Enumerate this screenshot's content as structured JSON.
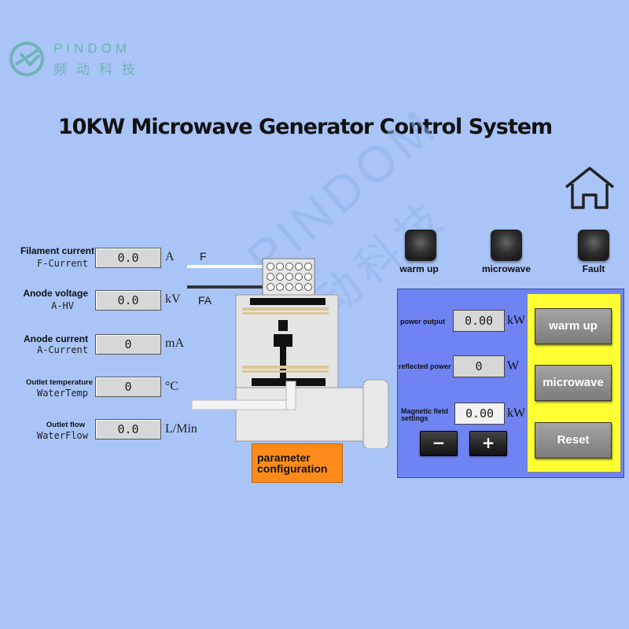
{
  "brand": {
    "name_en": "PINDOM",
    "name_cn": "频动科技"
  },
  "title": "10KW Microwave Generator Control System",
  "watermark": {
    "en": "PINDOM",
    "cn": "频动科技"
  },
  "readings": [
    {
      "label": "Filament current",
      "code": "F-Current",
      "value": "0.0",
      "unit": "A"
    },
    {
      "label": "Anode voltage",
      "code": "A-HV",
      "value": "0.0",
      "unit": "kV"
    },
    {
      "label": "Anode current",
      "code": "A-Current",
      "value": "0",
      "unit": "mA"
    },
    {
      "label": "Outlet temperature",
      "code": "WaterTemp",
      "value": "0",
      "unit": "°C"
    },
    {
      "label": "Outlet flow",
      "code": "WaterFlow",
      "value": "0.0",
      "unit": "L/Min"
    }
  ],
  "diagram": {
    "terminal_f": "F",
    "terminal_fa": "FA"
  },
  "indicators": [
    {
      "label": "warm up",
      "state": "off"
    },
    {
      "label": "microwave",
      "state": "off"
    },
    {
      "label": "Fault",
      "state": "off"
    }
  ],
  "panel": {
    "power_output": {
      "label": "power output",
      "value": "0.00",
      "unit": "kW"
    },
    "reflected_power": {
      "label": "reflected power",
      "value": "0",
      "unit": "W"
    },
    "magnetic_field": {
      "label_line1": "Magnetic field",
      "label_line2": "settings",
      "value": "0.00",
      "unit": "kW"
    },
    "minus_label": "−",
    "plus_label": "+",
    "buttons": {
      "warm_up": "warm up",
      "microwave": "microwave",
      "reset": "Reset"
    }
  },
  "param_button": {
    "line1": "parameter",
    "line2": "configuration"
  },
  "colors": {
    "background": "#a9c4f7",
    "panel": "#6f83f2",
    "button_area": "#ffff33",
    "param_button": "#ff8c1a",
    "lamp_off": "#333333"
  },
  "icons": {
    "home": "home-icon",
    "logo": "pindom-logo-icon"
  }
}
